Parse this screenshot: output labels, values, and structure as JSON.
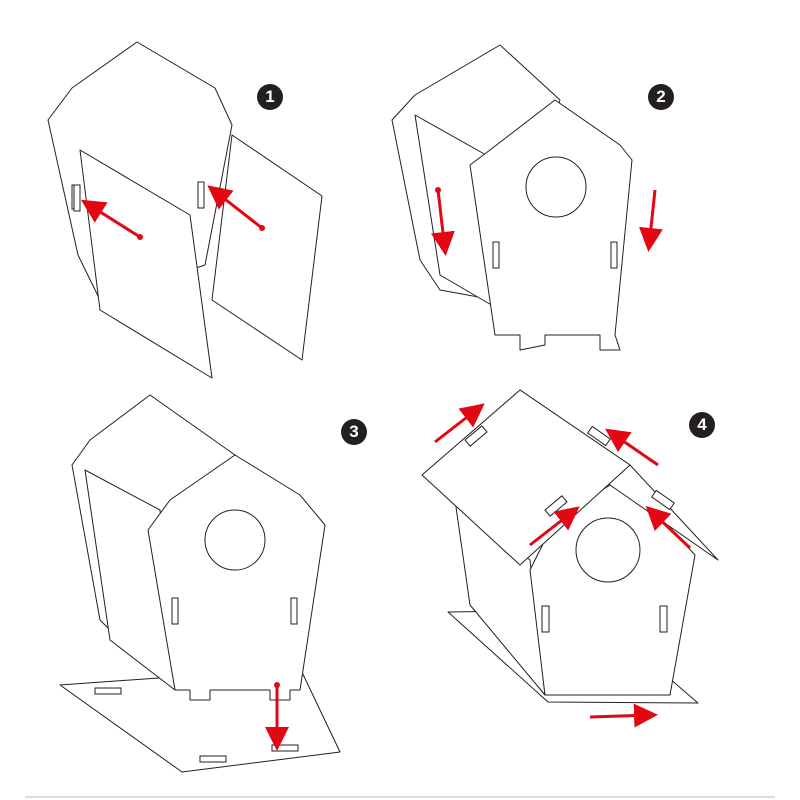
{
  "steps": [
    {
      "number": "1"
    },
    {
      "number": "2"
    },
    {
      "number": "3"
    },
    {
      "number": "4"
    }
  ],
  "colors": {
    "arrow": "#e30613",
    "line": "#231f20",
    "badge": "#231f20"
  }
}
